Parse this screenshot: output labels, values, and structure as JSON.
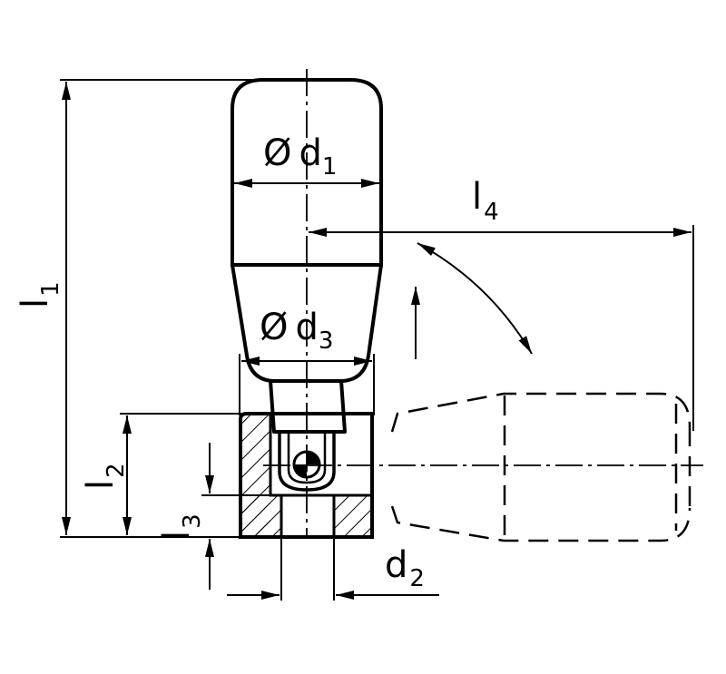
{
  "labels": {
    "d1": {
      "diameter_symbol": "Ø",
      "letter": "d",
      "index": "1"
    },
    "d3": {
      "diameter_symbol": "Ø",
      "letter": "d",
      "index": "3"
    },
    "l4": {
      "letter": "l",
      "index": "4"
    },
    "l1": {
      "letter": "l",
      "index": "1"
    },
    "l2": {
      "letter": "l",
      "index": "2"
    },
    "l3": {
      "letter": "l",
      "index": "3"
    },
    "d2": {
      "letter": "d",
      "index": "2"
    }
  },
  "colors": {
    "stroke": "#000000",
    "background": "#ffffff"
  }
}
